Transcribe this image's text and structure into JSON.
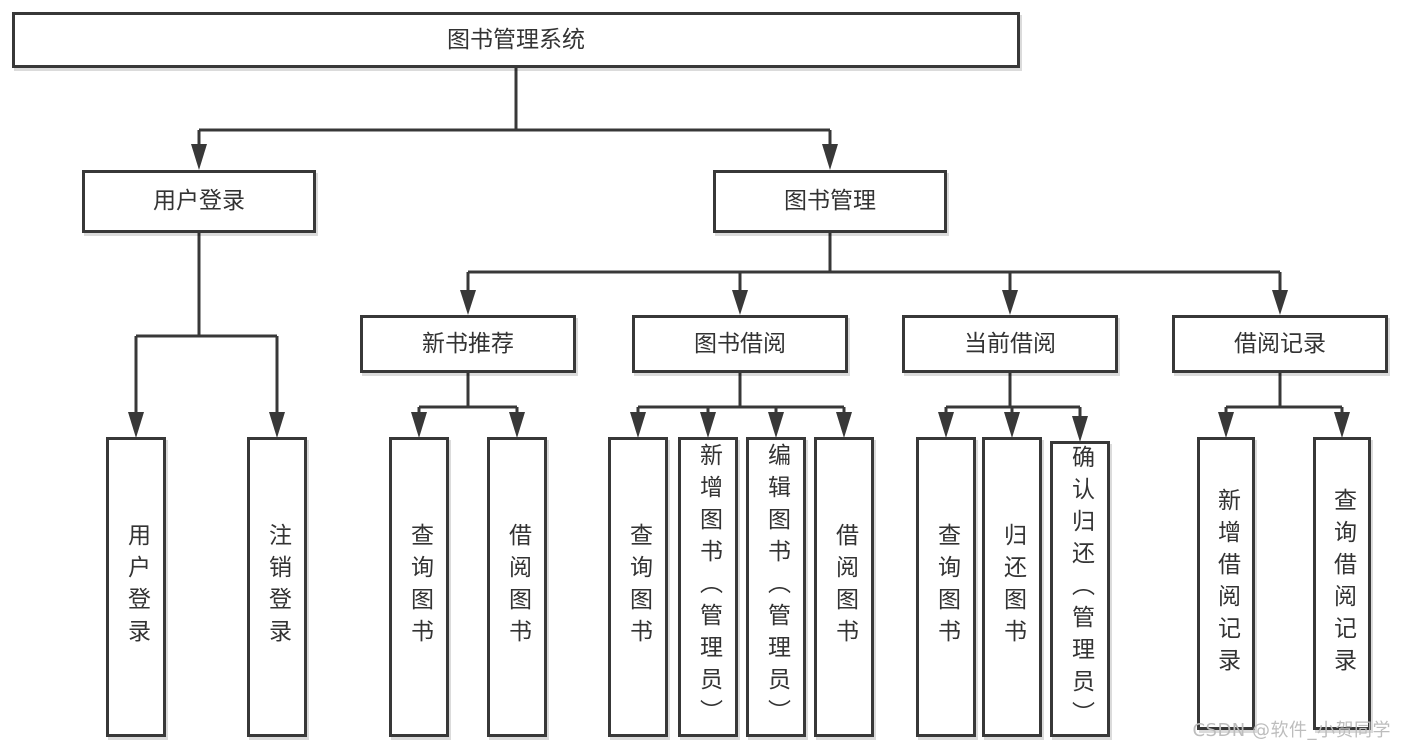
{
  "diagram": {
    "type": "tree",
    "root": {
      "label": "图书管理系统"
    },
    "level2": [
      {
        "id": "user-login",
        "label": "用户登录"
      },
      {
        "id": "book-management",
        "label": "图书管理"
      }
    ],
    "user_login_children": [
      "用户登录",
      "注销登录"
    ],
    "branches": [
      {
        "id": "new-book-recommend",
        "label": "新书推荐",
        "children": [
          "查询图书",
          "借阅图书"
        ]
      },
      {
        "id": "book-borrow",
        "label": "图书借阅",
        "children": [
          "查询图书",
          "新增图书（管理员）",
          "编辑图书（管理员）",
          "借阅图书"
        ]
      },
      {
        "id": "current-borrow",
        "label": "当前借阅",
        "children": [
          "查询图书",
          "归还图书",
          "确认归还（管理员）"
        ]
      },
      {
        "id": "borrow-records",
        "label": "借阅记录",
        "children": [
          "新增借阅记录",
          "查询借阅记录"
        ]
      }
    ],
    "colors": {
      "line": "#383838",
      "text": "#333333",
      "box_background": "#ffffff",
      "watermark": "#bdbdbd"
    }
  },
  "watermark": {
    "text": "CSDN @软件_小贺同学"
  }
}
